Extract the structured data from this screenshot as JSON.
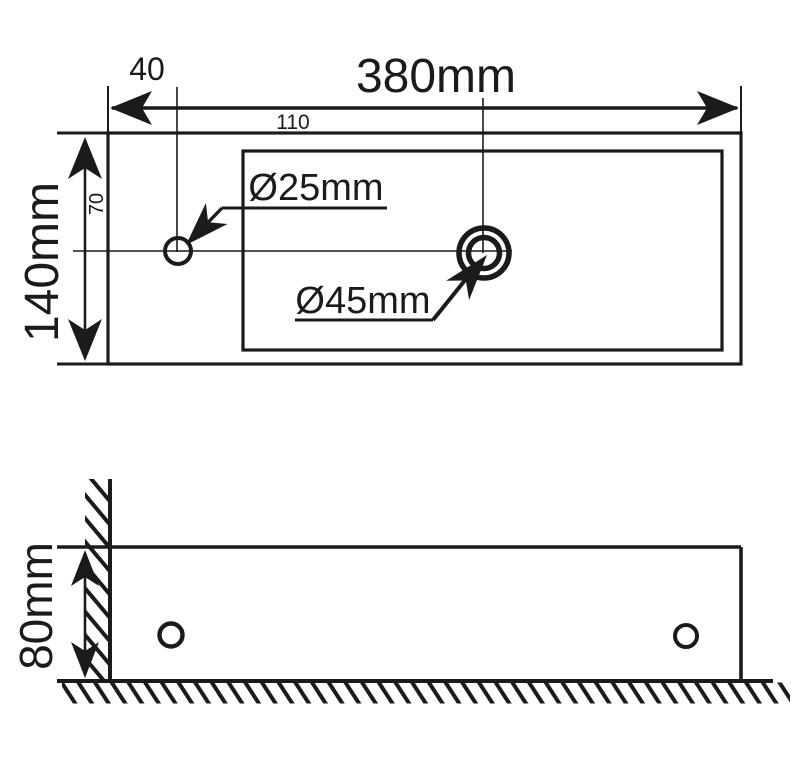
{
  "drawing": {
    "background_color": "#ffffff",
    "line_color": "#1b1b1b",
    "labels": {
      "overall_width": "380mm",
      "hole_offset": "40",
      "drain_offset": "110",
      "overall_depth": "140mm",
      "half_depth": "70",
      "tap_hole_diameter": "Ø25mm",
      "drain_hole_diameter": "Ø45mm",
      "side_height": "80mm"
    },
    "views": {
      "top_view": "basin plan view with tap hole and drain hole",
      "side_view": "basin side elevation mounted on wall above floor"
    }
  }
}
